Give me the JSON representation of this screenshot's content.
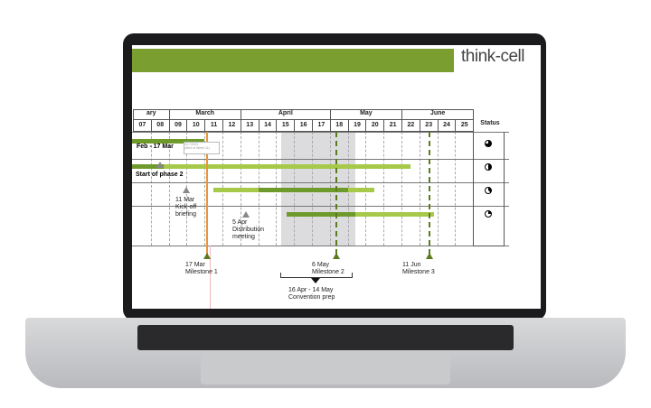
{
  "logo": "think-cell",
  "months": [
    {
      "label": "ary",
      "from": 0,
      "to": 2
    },
    {
      "label": "March",
      "from": 2,
      "to": 6
    },
    {
      "label": "April",
      "from": 6,
      "to": 11
    },
    {
      "label": "May",
      "from": 11,
      "to": 15
    },
    {
      "label": "June",
      "from": 15,
      "to": 19
    }
  ],
  "weeks": [
    "07",
    "08",
    "09",
    "10",
    "11",
    "12",
    "13",
    "14",
    "15",
    "16",
    "17",
    "18",
    "19",
    "20",
    "21",
    "22",
    "23",
    "24",
    "25"
  ],
  "status_header": "Status",
  "status": [
    {
      "fill": 0.75
    },
    {
      "fill": 0.5
    },
    {
      "fill": 0.375
    },
    {
      "fill": 0.25
    }
  ],
  "bar_labels": {
    "row1": "Feb - 17 Mar",
    "tooltip_date": "3/17/2021",
    "tooltip_week": "(Wed of Week 11)",
    "row2": "Start of phase 2"
  },
  "milestones_inner": [
    {
      "date": "11 Mar",
      "label": "Kick-off briefing"
    },
    {
      "date": "5 Apr",
      "label": "Distribution meeting"
    }
  ],
  "milestones": [
    {
      "date": "17 Mar",
      "label": "Milestone 1"
    },
    {
      "date": "6 May",
      "label": "Milestone 2"
    },
    {
      "date": "11 Jun",
      "label": "Milestone 3"
    }
  ],
  "bracket": {
    "dates": "16 Apr - 14 May",
    "label": "Convention prep"
  },
  "colors": {
    "green_dark": "#6e9a2c",
    "green_light": "#a6c94a",
    "banner": "#7a9e2f",
    "today": "#e8963a"
  }
}
